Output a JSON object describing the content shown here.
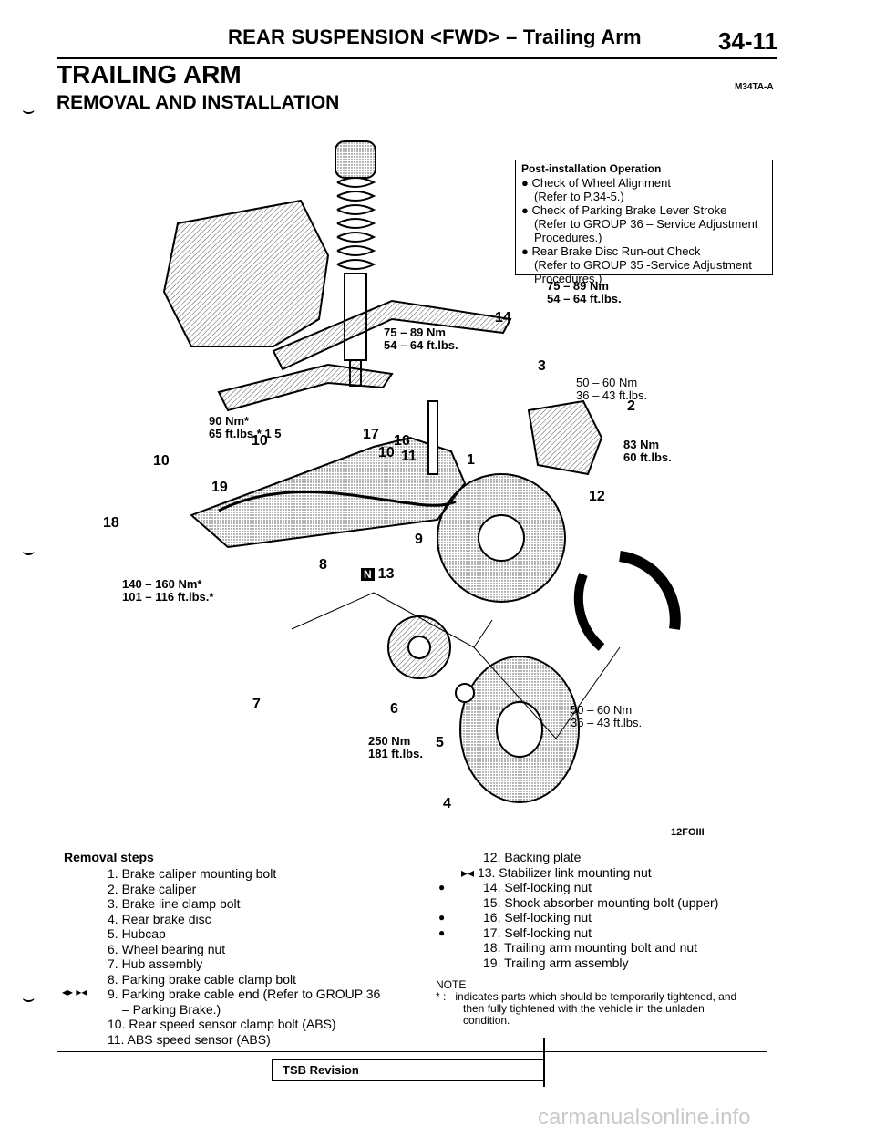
{
  "header": {
    "title": "REAR SUSPENSION <FWD> – Trailing Arm",
    "page": "34-11"
  },
  "section": {
    "title": "TRAILING ARM",
    "code": "M34TA-A",
    "subtitle": "REMOVAL AND INSTALLATION"
  },
  "post_install": {
    "title": "Post-installation Operation",
    "items": [
      {
        "text": "Check of Wheel Alignment",
        "sub": "(Refer to P.34-5.)"
      },
      {
        "text": "Check of Parking Brake Lever Stroke",
        "sub": "(Refer to GROUP 36 – Service Adjustment Procedures.)"
      },
      {
        "text": "Rear Brake Disc Run-out Check",
        "sub": "(Refer to GROUP 35 -Service Adjustment Procedures.)"
      }
    ]
  },
  "figure": {
    "id": "12FOIII",
    "torques": {
      "t1": [
        "75 – 89 Nm",
        "54 – 64 ft.lbs."
      ],
      "t2": [
        "75 – 89 Nm",
        "54 – 64 ft.lbs."
      ],
      "t3": [
        "90 Nm*",
        "65 ft.lbs.* 1 5"
      ],
      "t4": [
        "50 – 60 Nm",
        "36 – 43 ft.lbs."
      ],
      "t5": [
        "83 Nm",
        "60 ft.lbs."
      ],
      "t6": [
        "140 – 160 Nm*",
        "101 – 116 ft.lbs.*"
      ],
      "t7": [
        "250 Nm",
        "181 ft.lbs."
      ],
      "t8": [
        "50 – 60 Nm",
        "36 – 43 ft.lbs."
      ]
    },
    "callouts": [
      "14",
      "3",
      "2",
      "17",
      "16",
      "10",
      "11",
      "10",
      "10",
      "1",
      "19",
      "12",
      "18",
      "9",
      "8",
      "13",
      "7",
      "6",
      "5",
      "4"
    ]
  },
  "removal": {
    "title": "Removal steps",
    "left": [
      "1. Brake caliper mounting bolt",
      "2. Brake caliper",
      "3. Brake line clamp bolt",
      "4. Rear brake disc",
      "5. Hubcap",
      "6. Wheel bearing nut",
      "7. Hub assembly",
      "8. Parking brake cable clamp bolt",
      "9. Parking brake cable end (Refer to GROUP 36",
      "– Parking Brake.)",
      "10. Rear speed sensor clamp bolt (ABS)",
      "11. ABS speed sensor (ABS)"
    ],
    "right": [
      "12. Backing plate",
      "13. Stabilizer link mounting nut",
      "14. Self-locking nut",
      "15. Shock absorber mounting bolt (upper)",
      "16. Self-locking nut",
      "17. Self-locking nut",
      "18. Trailing arm mounting bolt and nut",
      "19. Trailing arm assembly"
    ],
    "marks9": "◂▸ ▸◂",
    "mark13": "▸◂"
  },
  "note": {
    "label": "NOTE",
    "star": "* :",
    "lines": [
      "indicates parts which should be temporarily tightened, and",
      "then fully tightened with the vehicle in the unladen",
      "condition."
    ]
  },
  "footer": {
    "tsb": "TSB Revision",
    "watermark": "carmanualsonline.info"
  }
}
